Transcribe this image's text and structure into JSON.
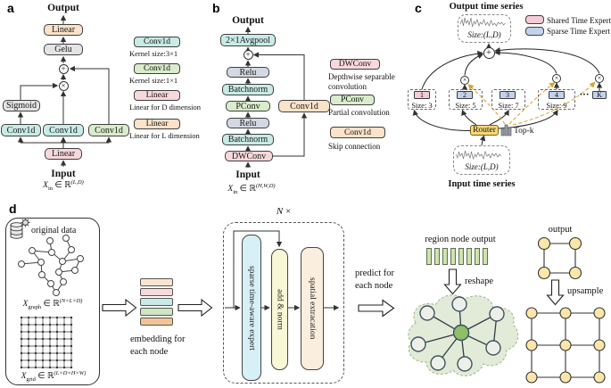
{
  "colors": {
    "conv_cyan": "#c9ebe6",
    "conv_green": "#d9eccb",
    "linear_pink": "#f8d8db",
    "linear_peach": "#fbe2c9",
    "act_gray": "#e4e4e4",
    "relu_bluegray": "#d3d8e2",
    "expert_blue": "#c3d2ec",
    "expert_pink": "#f5ccd3",
    "router_yellow": "#f6d878",
    "topk_dash_orange": "#d9a02b",
    "node_green": "#8fbf68",
    "node_yellow": "#fbe7a9",
    "region_bar_green": "#cfe3ab",
    "vblock_cyan": "#d6f0f6",
    "vblock_yellow": "#f8f8d6",
    "vblock_peach": "#faeede"
  },
  "ops": {
    "plus": "+",
    "times": "×",
    "ellipsis": "···"
  },
  "a": {
    "label": "a",
    "output": "Output",
    "input": "Input",
    "linear_top": "Linear",
    "gelu": "Gelu",
    "sigmoid": "Sigmoid",
    "conv_left": "Conv1d",
    "conv_mid": "Conv1d",
    "conv_right": "Conv1d",
    "linear_bottom": "Linear",
    "formula": {
      "var": "X",
      "sub": "in",
      "rel": " ∈ ℝ",
      "sup": "(L,D)"
    },
    "legend": [
      {
        "chip": "Conv1d",
        "desc": "Kernel size:3×1"
      },
      {
        "chip": "Conv1d",
        "desc": "Kernel size:1×1"
      },
      {
        "chip": "Linear",
        "desc": "Linear for D dimension"
      },
      {
        "chip": "Linear",
        "desc": "Linear for L dimension"
      }
    ]
  },
  "b": {
    "label": "b",
    "output": "Output",
    "input": "Input",
    "avgpool": "2×1Avgpool",
    "relu1": "Relu",
    "bn1": "Batchnorm",
    "pconv": "PConv",
    "relu2": "Relu",
    "bn2": "Batchnorm",
    "dwconv": "DWConv",
    "conv_skip": "Conv1d",
    "formula": {
      "var": "X",
      "sub": "in",
      "rel": " ∈ ℝ",
      "sup": "(H,W,D)"
    },
    "legend": [
      {
        "chip": "DWConv",
        "desc": "Depthwise separable convolution"
      },
      {
        "chip": "PConv",
        "desc": "Partial convolution"
      },
      {
        "chip": "Conv1d",
        "desc": "Skip connection"
      }
    ]
  },
  "c": {
    "label": "c",
    "output_title": "Output time series",
    "input_title": "Input time series",
    "size_output": "Size:(L,D)",
    "size_input": "Size:(L,D)",
    "legend": [
      {
        "label": "Shared Time Expert"
      },
      {
        "label": "Sparse Time Expert"
      }
    ],
    "experts": [
      {
        "id": "1",
        "size": "Size: 3"
      },
      {
        "id": "2",
        "size": "Size: 5"
      },
      {
        "id": "3",
        "size": "Size: 7"
      },
      {
        "id": "4",
        "size": "Size: 9"
      }
    ],
    "expert_k": "K",
    "router": "Router",
    "topk": "Top-k"
  },
  "d": {
    "label": "d",
    "original_data": "original data",
    "xgraph": {
      "var": "X",
      "sub": "graph",
      "rel": " ∈ ℝ",
      "sup": "(N×L×D)"
    },
    "xgrid": {
      "var": "X",
      "sub": "grid",
      "rel": " ∈ ℝ",
      "sup": "(L×D×H×W)"
    },
    "embedding": "embedding for each node",
    "n_label": "N",
    "n_times": " ×",
    "blocks": [
      {
        "label": "sparse time-aware expert"
      },
      {
        "label": "add & norm"
      },
      {
        "label": "spatial extracation"
      }
    ],
    "predict": "predict for each node",
    "region": "region node output",
    "reshape": "reshape",
    "output": "output",
    "upsample": "upsample"
  }
}
